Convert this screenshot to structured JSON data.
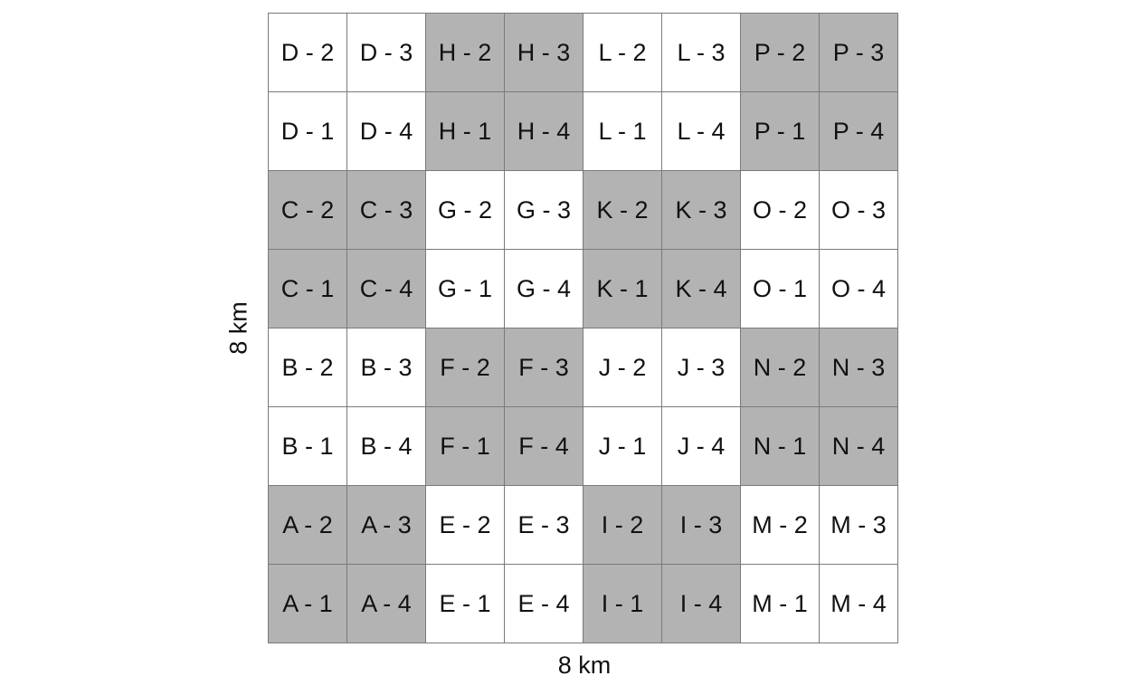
{
  "colors": {
    "shaded": "#b3b3b3",
    "unshaded": "#ffffff",
    "border": "#7a7a7a"
  },
  "x_axis_label": "8 km",
  "y_axis_label": "8 km",
  "cells": [
    [
      {
        "label": "D - 2",
        "shaded": false
      },
      {
        "label": "D - 3",
        "shaded": false
      },
      {
        "label": "H - 2",
        "shaded": true
      },
      {
        "label": "H - 3",
        "shaded": true
      },
      {
        "label": "L - 2",
        "shaded": false
      },
      {
        "label": "L - 3",
        "shaded": false
      },
      {
        "label": "P - 2",
        "shaded": true
      },
      {
        "label": "P - 3",
        "shaded": true
      }
    ],
    [
      {
        "label": "D - 1",
        "shaded": false
      },
      {
        "label": "D - 4",
        "shaded": false
      },
      {
        "label": "H - 1",
        "shaded": true
      },
      {
        "label": "H - 4",
        "shaded": true
      },
      {
        "label": "L - 1",
        "shaded": false
      },
      {
        "label": "L - 4",
        "shaded": false
      },
      {
        "label": "P - 1",
        "shaded": true
      },
      {
        "label": "P - 4",
        "shaded": true
      }
    ],
    [
      {
        "label": "C - 2",
        "shaded": true
      },
      {
        "label": "C - 3",
        "shaded": true
      },
      {
        "label": "G - 2",
        "shaded": false
      },
      {
        "label": "G - 3",
        "shaded": false
      },
      {
        "label": "K - 2",
        "shaded": true
      },
      {
        "label": "K - 3",
        "shaded": true
      },
      {
        "label": "O - 2",
        "shaded": false
      },
      {
        "label": "O - 3",
        "shaded": false
      }
    ],
    [
      {
        "label": "C - 1",
        "shaded": true
      },
      {
        "label": "C - 4",
        "shaded": true
      },
      {
        "label": "G - 1",
        "shaded": false
      },
      {
        "label": "G - 4",
        "shaded": false
      },
      {
        "label": "K - 1",
        "shaded": true
      },
      {
        "label": "K - 4",
        "shaded": true
      },
      {
        "label": "O - 1",
        "shaded": false
      },
      {
        "label": "O - 4",
        "shaded": false
      }
    ],
    [
      {
        "label": "B - 2",
        "shaded": false
      },
      {
        "label": "B - 3",
        "shaded": false
      },
      {
        "label": "F - 2",
        "shaded": true
      },
      {
        "label": "F - 3",
        "shaded": true
      },
      {
        "label": "J - 2",
        "shaded": false
      },
      {
        "label": "J - 3",
        "shaded": false
      },
      {
        "label": "N - 2",
        "shaded": true
      },
      {
        "label": "N - 3",
        "shaded": true
      }
    ],
    [
      {
        "label": "B - 1",
        "shaded": false
      },
      {
        "label": "B - 4",
        "shaded": false
      },
      {
        "label": "F - 1",
        "shaded": true
      },
      {
        "label": "F - 4",
        "shaded": true
      },
      {
        "label": "J - 1",
        "shaded": false
      },
      {
        "label": "J - 4",
        "shaded": false
      },
      {
        "label": "N - 1",
        "shaded": true
      },
      {
        "label": "N - 4",
        "shaded": true
      }
    ],
    [
      {
        "label": "A - 2",
        "shaded": true
      },
      {
        "label": "A - 3",
        "shaded": true
      },
      {
        "label": "E - 2",
        "shaded": false
      },
      {
        "label": "E - 3",
        "shaded": false
      },
      {
        "label": "I - 2",
        "shaded": true
      },
      {
        "label": "I - 3",
        "shaded": true
      },
      {
        "label": "M - 2",
        "shaded": false
      },
      {
        "label": "M - 3",
        "shaded": false
      }
    ],
    [
      {
        "label": "A - 1",
        "shaded": true
      },
      {
        "label": "A - 4",
        "shaded": true
      },
      {
        "label": "E - 1",
        "shaded": false
      },
      {
        "label": "E - 4",
        "shaded": false
      },
      {
        "label": "I - 1",
        "shaded": true
      },
      {
        "label": "I - 4",
        "shaded": true
      },
      {
        "label": "M - 1",
        "shaded": false
      },
      {
        "label": "M - 4",
        "shaded": false
      }
    ]
  ]
}
